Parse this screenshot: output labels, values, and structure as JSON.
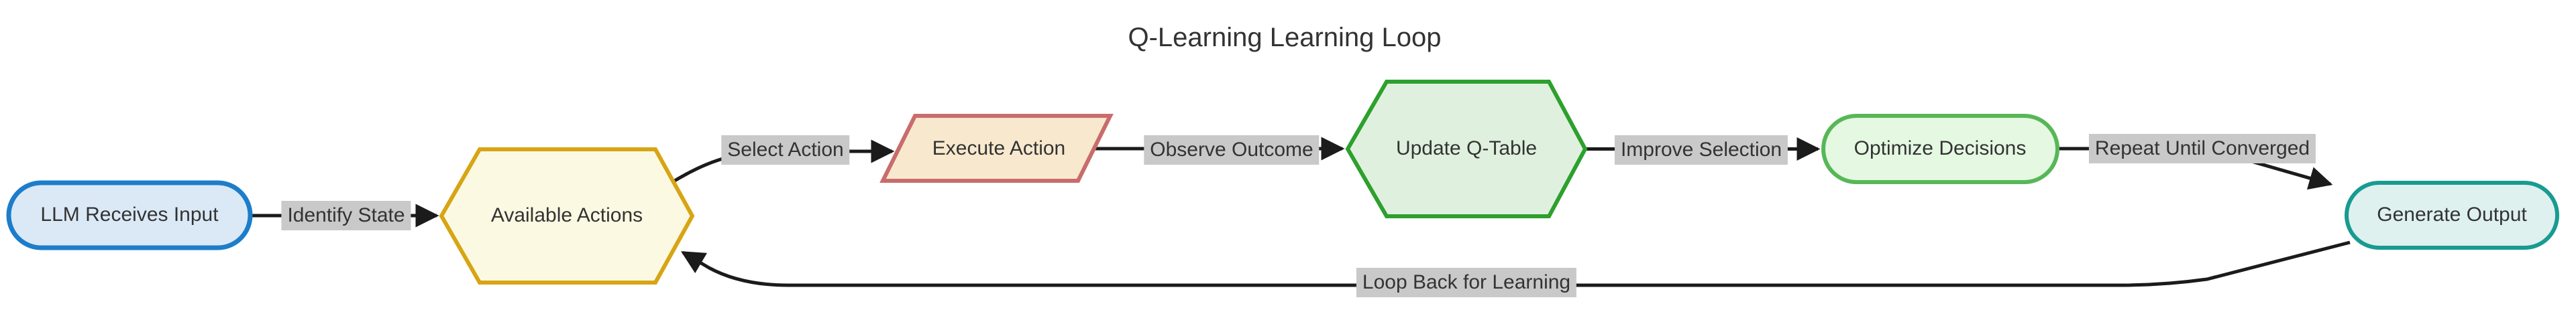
{
  "title": "Q-Learning Learning Loop",
  "colors": {
    "canvas_bg": "#ffffff",
    "title_color": "#333333",
    "node_text": "#333333",
    "label_text": "#333333",
    "label_bg": "#c9c9c9",
    "edge_color": "#1b1b1b"
  },
  "nodes": [
    {
      "id": "llm",
      "label": "LLM Receives Input",
      "shape": "stadium",
      "fill": "#dbe9f6",
      "stroke": "#1d7dca"
    },
    {
      "id": "actions",
      "label": "Available Actions",
      "shape": "hexagon",
      "fill": "#fcf9e3",
      "stroke": "#d7a514"
    },
    {
      "id": "execute",
      "label": "Execute Action",
      "shape": "parallelogram",
      "fill": "#f8e9ce",
      "stroke": "#c96c6c"
    },
    {
      "id": "qtable",
      "label": "Update Q-Table",
      "shape": "hexagon",
      "fill": "#dff1de",
      "stroke": "#2da02d"
    },
    {
      "id": "optimize",
      "label": "Optimize Decisions",
      "shape": "stadium",
      "fill": "#e4f8e2",
      "stroke": "#57b757"
    },
    {
      "id": "output",
      "label": "Generate Output",
      "shape": "stadium",
      "fill": "#def1ef",
      "stroke": "#189b90"
    }
  ],
  "edges": [
    {
      "from": "llm",
      "to": "actions",
      "label": "Identify State"
    },
    {
      "from": "actions",
      "to": "execute",
      "label": "Select Action"
    },
    {
      "from": "execute",
      "to": "qtable",
      "label": "Observe Outcome"
    },
    {
      "from": "qtable",
      "to": "optimize",
      "label": "Improve Selection"
    },
    {
      "from": "optimize",
      "to": "output",
      "label": "Repeat Until Converged"
    },
    {
      "from": "output",
      "to": "actions",
      "label": "Loop Back for Learning"
    }
  ]
}
